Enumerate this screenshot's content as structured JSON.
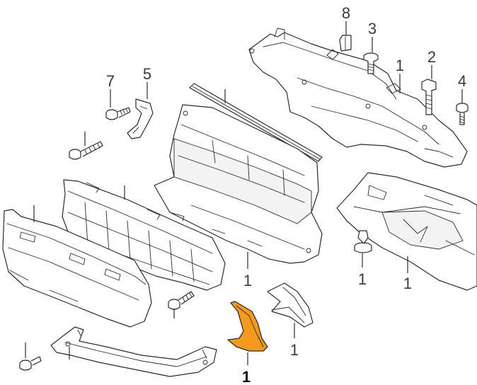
{
  "colors": {
    "highlight": "#f39a1f",
    "line": "#2b2b2b",
    "background": "#ffffff"
  },
  "callouts": [
    {
      "id": "c-8",
      "text": "8"
    },
    {
      "id": "c-3",
      "text": "3"
    },
    {
      "id": "c-2",
      "text": "2"
    },
    {
      "id": "c-1-carrier",
      "text": "1"
    },
    {
      "id": "c-4",
      "text": "4"
    },
    {
      "id": "c-7",
      "text": "7"
    },
    {
      "id": "c-5",
      "text": "5"
    },
    {
      "id": "c-1-pin",
      "text": "1"
    },
    {
      "id": "c-1-shield",
      "text": "1"
    },
    {
      "id": "c-1-deflector",
      "text": "1"
    },
    {
      "id": "c-1-air-guide",
      "text": "1"
    },
    {
      "id": "c-1-highlighted",
      "text": "1"
    }
  ]
}
